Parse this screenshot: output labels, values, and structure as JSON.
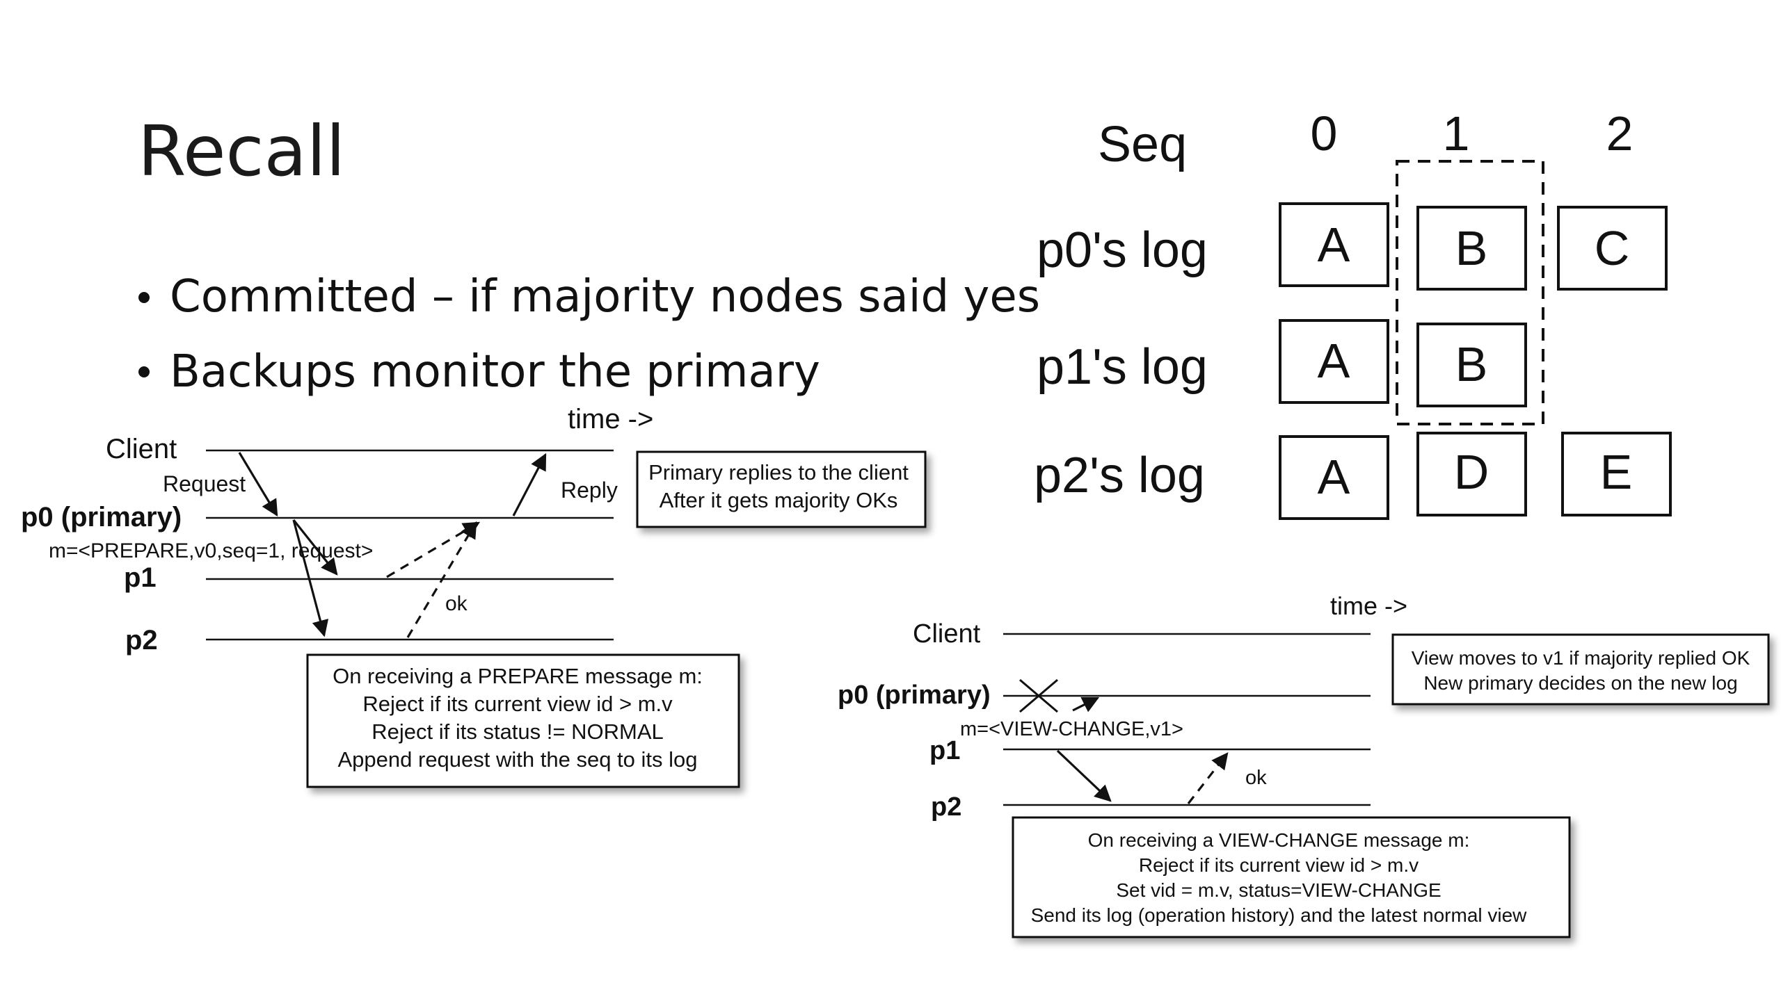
{
  "slide": {
    "title": "Recall",
    "bullets": [
      "Committed – if majority nodes said yes",
      "Backups monitor the primary"
    ]
  },
  "log_table": {
    "seq_label": "Seq",
    "seq_numbers": [
      "0",
      "1",
      "2"
    ],
    "rows": [
      {
        "label": "p0's log",
        "entries": [
          "A",
          "B",
          "C"
        ]
      },
      {
        "label": "p1's log",
        "entries": [
          "A",
          "B"
        ]
      },
      {
        "label": "p2's log",
        "entries": [
          "A",
          "D",
          "E"
        ]
      }
    ]
  },
  "normal_operation": {
    "time_label": "time ->",
    "nodes": {
      "client": "Client",
      "p0": "p0 (primary)",
      "p1": "p1",
      "p2": "p2"
    },
    "messages": {
      "request": "Request",
      "reply": "Reply",
      "prepare": "m=<PREPARE,v0,seq=1, request>",
      "ok": "ok"
    },
    "primary_note": [
      "Primary replies to the client",
      "After it gets majority OKs"
    ],
    "prepare_rules": [
      "On receiving a PREPARE message m:",
      "Reject if its current view id > m.v",
      "Reject if its status != NORMAL",
      "Append request with the seq to its log"
    ]
  },
  "view_change": {
    "time_label": "time ->",
    "nodes": {
      "client": "Client",
      "p0": "p0 (primary)",
      "p1": "p1",
      "p2": "p2"
    },
    "messages": {
      "view_change": "m=<VIEW-CHANGE,v1>",
      "ok": "ok"
    },
    "view_note": [
      "View moves to v1 if majority replied OK",
      "New primary decides on the new log"
    ],
    "view_change_rules": [
      "On receiving a VIEW-CHANGE message m:",
      "Reject if its current view id > m.v",
      "Set vid = m.v, status=VIEW-CHANGE",
      "Send its log (operation history) and the latest normal view"
    ]
  }
}
